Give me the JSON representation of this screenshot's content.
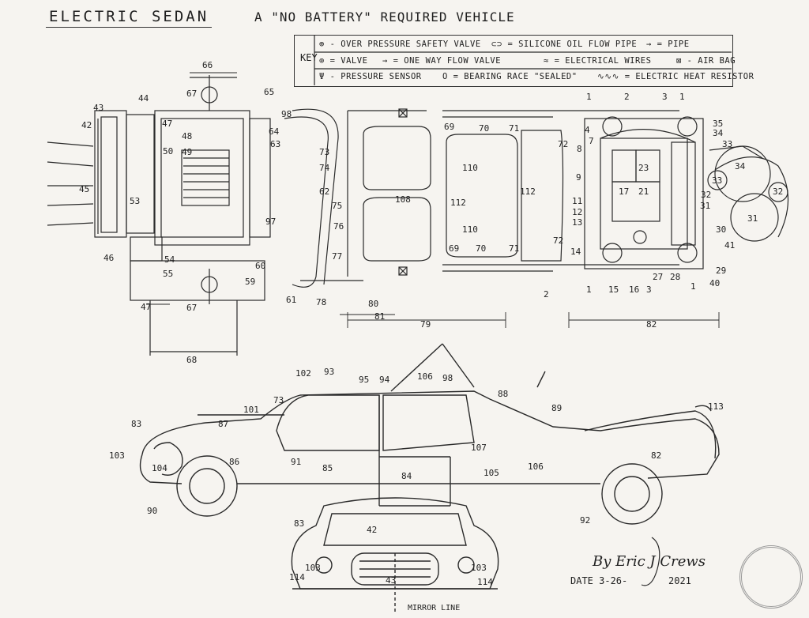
{
  "header": {
    "title": "ELECTRIC SEDAN",
    "subtitle": "A \"NO BATTERY\" REQUIRED VEHICLE"
  },
  "key": {
    "label": "KEY",
    "rows": [
      [
        "⊕ - OVER PRESSURE SAFETY VALVE",
        "⊂⊃ = SILICONE OIL FLOW PIPE",
        "→ = PIPE"
      ],
      [
        "⊚ = VALVE",
        "→ = ONE WAY FLOW VALVE",
        "≈ = ELECTRICAL WIRES",
        "⊠ - AIR BAG"
      ],
      [
        "Ψ - PRESSURE SENSOR",
        "O = BEARING RACE \"SEALED\"",
        "∿∿∿ = ELECTRIC HEAT RESISTOR"
      ]
    ]
  },
  "labels": {
    "n1": "1",
    "n2": "2",
    "n3": "3",
    "n4": "4",
    "n7": "7",
    "n8": "8",
    "n9": "9",
    "n11": "11",
    "n12": "12",
    "n13": "13",
    "n14": "14",
    "n15": "15",
    "n16": "16",
    "n17": "17",
    "n21": "21",
    "n23": "23",
    "n27": "27",
    "n28": "28",
    "n29": "29",
    "n30": "30",
    "n31": "31",
    "n32": "32",
    "n33": "33",
    "n34": "34",
    "n35": "35",
    "n40": "40",
    "n41": "41",
    "n42": "42",
    "n43": "43",
    "n44": "44",
    "n45": "45",
    "n46": "46",
    "n47": "47",
    "n48": "48",
    "n49": "49",
    "n50": "50",
    "n53": "53",
    "n54": "54",
    "n55": "55",
    "n59": "59",
    "n60": "60",
    "n61": "61",
    "n62": "62",
    "n63": "63",
    "n64": "64",
    "n65": "65",
    "n66": "66",
    "n67": "67",
    "n68": "68",
    "n69": "69",
    "n70": "70",
    "n71": "71",
    "n72": "72",
    "n73": "73",
    "n74": "74",
    "n75": "75",
    "n76": "76",
    "n77": "77",
    "n78": "78",
    "n79": "79",
    "n80": "80",
    "n81": "81",
    "n82": "82",
    "n83": "83",
    "n84": "84",
    "n85": "85",
    "n86": "86",
    "n87": "87",
    "n88": "88",
    "n89": "89",
    "n90": "90",
    "n91": "91",
    "n92": "92",
    "n93": "93",
    "n94": "94",
    "n95": "95",
    "n97": "97",
    "n98": "98",
    "n101": "101",
    "n102": "102",
    "n103": "103",
    "n104": "104",
    "n105": "105",
    "n106": "106",
    "n107": "107",
    "n108": "108",
    "n110": "110",
    "n112": "112",
    "n113": "113",
    "n114": "114"
  },
  "signature": {
    "name": "By Eric J Crews",
    "date_label": "DATE 3-26-",
    "year": "2021"
  },
  "mirror_line": "MIRROR LINE"
}
